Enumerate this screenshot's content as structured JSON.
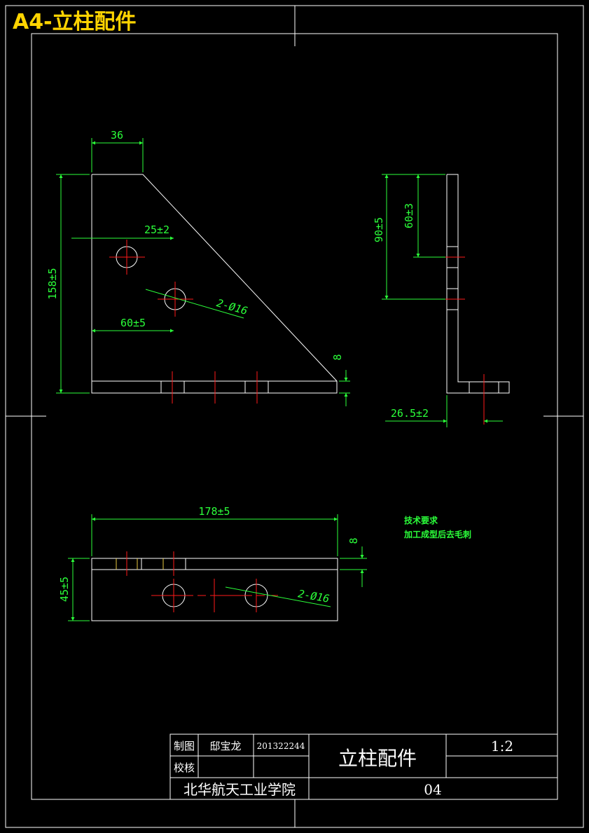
{
  "sheet": {
    "title": "A4-立柱配件"
  },
  "dimensions": {
    "front_top_width": "36",
    "front_height": "158±5",
    "front_hole1_offset": "25±2",
    "front_hole2_offset": "60±5",
    "front_holes_callout": "2-Ø16",
    "front_thickness": "8",
    "side_total_height": "90±5",
    "side_hole_height": "60±3",
    "side_base_offset": "26.5±2",
    "top_length": "178±5",
    "top_width": "45±5",
    "top_thickness": "8",
    "top_holes_callout": "2-Ø16"
  },
  "notes": {
    "heading": "技术要求",
    "line1": "加工成型后去毛刺"
  },
  "title_block": {
    "drawn_label": "制图",
    "drawn_name": "邸宝龙",
    "student_id": "201322244",
    "part_name": "立柱配件",
    "scale": "1:2",
    "check_label": "校核",
    "school": "北华航天工业学院",
    "drawing_no": "04"
  },
  "colors": {
    "background": "#000000",
    "outline": "#ffffff",
    "dimension": "#2bff3a",
    "centerline": "#ff1a1a",
    "title": "#ffd400"
  }
}
